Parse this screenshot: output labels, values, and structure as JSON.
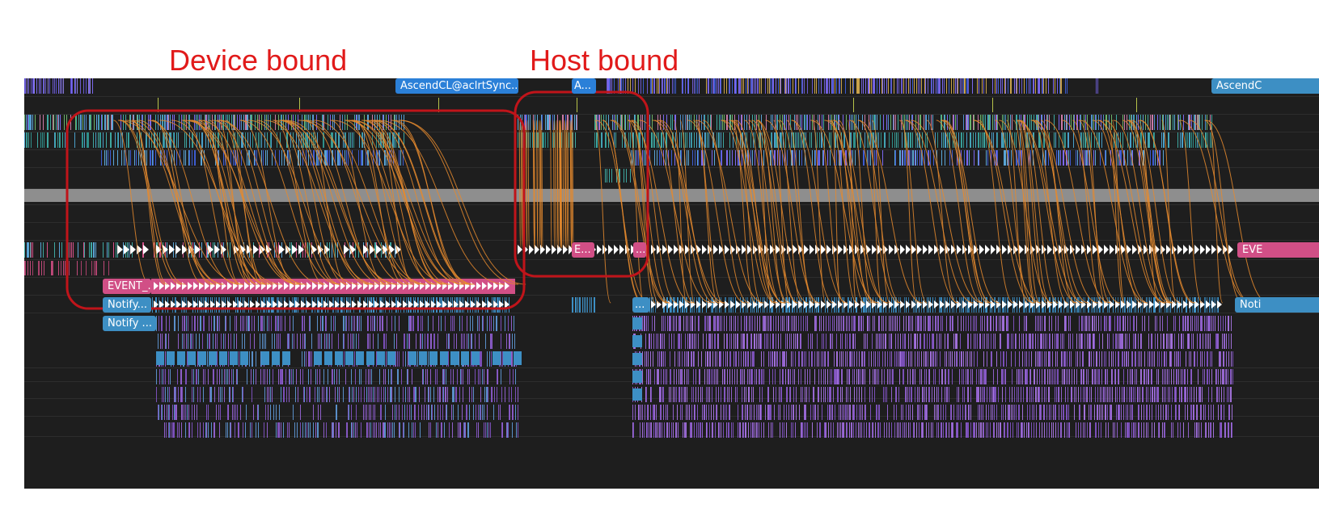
{
  "annotations": {
    "device": "Device bound",
    "host": "Host bound"
  },
  "slices": {
    "acl_sync": "AscendCL@aclrtSync...",
    "a_short": "A...",
    "ascend_right": "AscendC",
    "event_main": "EVENT_...",
    "event_e": "E...",
    "event_dots": "...",
    "event_right": "EVE",
    "notify_1": "Notify...",
    "notify_2": "Notify ...",
    "notify_dots": "...",
    "notify_right": "Noti"
  },
  "colors": {
    "background": "#1e1e1e",
    "annotation": "#e11a1a",
    "flow_arrow": "#e58a2e",
    "event_track": "#d14f86",
    "notify_track": "#3d8fc4",
    "ascendcl": "#2b80d8"
  }
}
